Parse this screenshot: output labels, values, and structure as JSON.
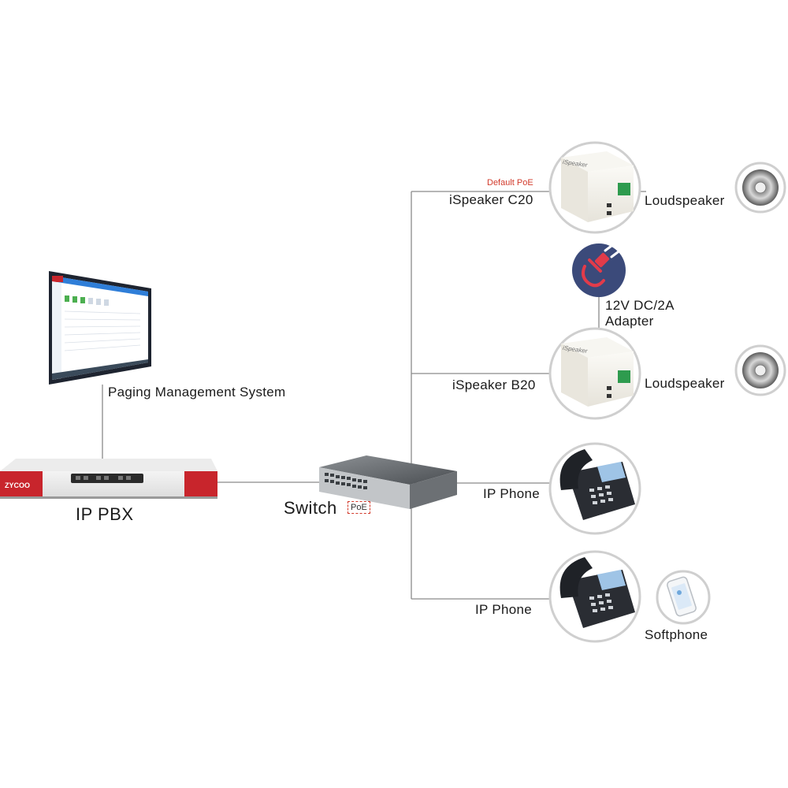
{
  "labels": {
    "paging_management": "Paging Management System",
    "ip_pbx": "IP PBX",
    "switch": "Switch",
    "poe_badge": "PoE",
    "default_poe": "Default PoE",
    "ispeaker_c20": "iSpeaker C20",
    "ispeaker_b20": "iSpeaker B20",
    "loudspeaker_top": "Loudspeaker",
    "loudspeaker_bottom": "Loudspeaker",
    "adapter_line1": "12V DC/2A",
    "adapter_line2": "Adapter",
    "ip_phone_1": "IP Phone",
    "ip_phone_2": "IP Phone",
    "softphone": "Softphone",
    "pbx_brand": "ZYCOO",
    "device_brand_1": "iSpeaker",
    "device_brand_2": "iSpeaker"
  },
  "colors": {
    "line": "#8a8a8a",
    "accent_red": "#c8252c",
    "poe_red": "#d23a2b",
    "circle_border": "#cfcfcf",
    "plug_circle": "#3b4a7a"
  },
  "icons": [
    "monitor-icon",
    "pbx-icon",
    "switch-icon",
    "speaker-device-icon",
    "loudspeaker-icon",
    "power-plug-icon",
    "ip-phone-icon",
    "smartphone-icon"
  ]
}
